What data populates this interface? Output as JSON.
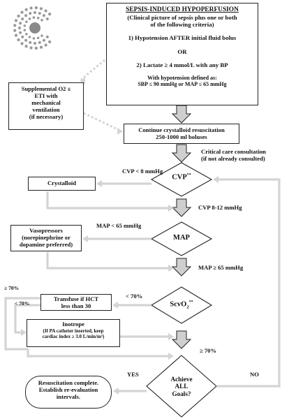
{
  "logo": {
    "name": "hospital-c-logo"
  },
  "top_box": {
    "title": "SEPSIS-INDUCED HYPOPERFUSION",
    "lines": [
      "(Clinical picture of sepsis plus one or both",
      "of the following criteria)"
    ],
    "crit1": "1) Hypotension AFTER initial fluid bolus",
    "or": "OR",
    "crit2": "2) Lactate ≥ 4 mmol/L with any BP",
    "hyp_def_1": "With hypotension defined as:",
    "hyp_def_2": "SBP ≤ 90 mmHg or MAP ≤ 65 mmHg"
  },
  "o2_box": [
    "Supplemental O2 ±",
    "ETI with",
    "mechanical",
    "ventilation",
    "(if necessary)"
  ],
  "crystalloid_resus": [
    "Continue crystalloid resuscitation",
    "250-1000 ml boluses"
  ],
  "critical_care": [
    "Critical care consultation",
    "(if not already consulted)"
  ],
  "cvp": {
    "label": "CVP",
    "sup": "**",
    "low": "CVP < 8 mmHg",
    "ok": "CVP 8-12 mmHg",
    "action": "Crystalloid"
  },
  "map": {
    "label": "MAP",
    "low": "MAP < 65 mmHg",
    "ok": "MAP ≥ 65 mmHg",
    "action": [
      "Vasopressors",
      "(norepinephrine or",
      "dopamine preferred)"
    ]
  },
  "scvo2": {
    "label": "ScvO",
    "sub": "2",
    "sup": "**",
    "lt70": "< 70%",
    "ok": "≥ 70%",
    "left_ge70": "≥ 70%",
    "left_lt70": "< 70%",
    "transfuse": [
      "Transfuse if HCT",
      "less than 30"
    ],
    "inotrope_title": "Inotrope",
    "inotrope_lines": [
      "(If PA catheter inserted, keep",
      "cardiac index ≥ 3.0 L/min/m²)"
    ]
  },
  "goals": {
    "label": [
      "Achieve",
      "ALL",
      "Goals?"
    ],
    "yes": "YES",
    "no": "NO"
  },
  "complete": [
    "Resuscitation complete.",
    "Establish re-evaluation",
    "intervals."
  ],
  "colors": {
    "line": "#222222",
    "connector": "#d4d4d4",
    "arrow_fill": "#cfcfcf",
    "logo": "#9a9a9a",
    "logo_core": "#8a8a8a"
  }
}
